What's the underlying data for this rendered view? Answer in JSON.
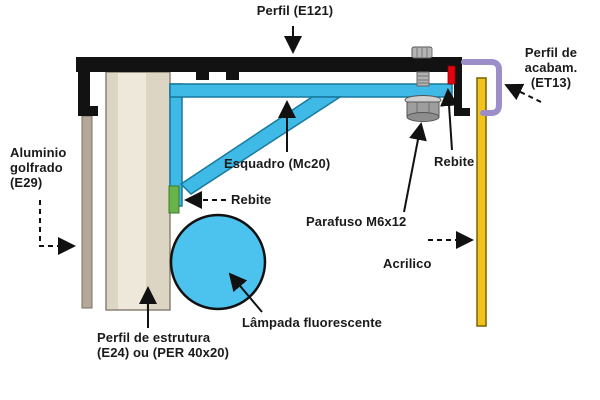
{
  "diagram": {
    "background": "#ffffff",
    "colors": {
      "profile_black": "#121212",
      "bracket_cyan": "#3fb9e6",
      "lamp_cyan": "#4cc2ef",
      "rivet_green": "#66b44a",
      "rivet_red": "#e8000d",
      "trim_purple": "#9c8ec8",
      "acrylic_yellow": "#f2c21d",
      "structure_beige": "#ddd5c3",
      "aluminum_gray": "#b3a998"
    },
    "labels": {
      "perfil_e121": "Perfil (E121)",
      "perfil_acabam_line1": "Perfil de",
      "perfil_acabam_line2": "acabam.",
      "perfil_acabam_line3": "(ET13)",
      "aluminio_line1": "Aluminio",
      "aluminio_line2": "golfrado",
      "aluminio_line3": "(E29)",
      "esquadro": "Esquadro (Mc20)",
      "rebite_left": "Rebite",
      "parafuso": "Parafuso M6x12",
      "rebite_right": "Rebite",
      "acrilico": "Acrilico",
      "estrutura_line1": "Perfil de estrutura",
      "estrutura_line2": "(E24) ou (PER 40x20)",
      "lampada": "Lâmpada fluorescente"
    }
  }
}
